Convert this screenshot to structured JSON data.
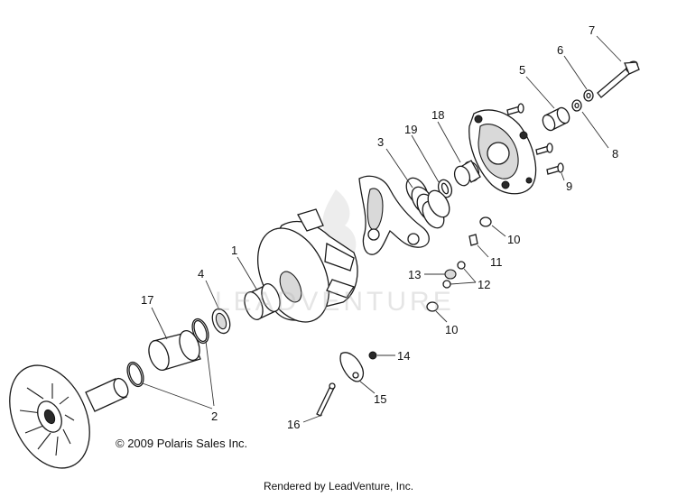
{
  "diagram": {
    "callouts": {
      "c1": "1",
      "c2": "2",
      "c3": "3",
      "c4": "4",
      "c5": "5",
      "c6": "6",
      "c7": "7",
      "c8": "8",
      "c9": "9",
      "c10a": "10",
      "c10b": "10",
      "c11": "11",
      "c12": "12",
      "c13": "13",
      "c14": "14",
      "c15": "15",
      "c16": "16",
      "c17": "17",
      "c18": "18",
      "c19": "19"
    },
    "copyright": "© 2009 Polaris Sales Inc.",
    "watermark": "LEADVENTURE",
    "footer": "Rendered by LeadVenture, Inc."
  }
}
